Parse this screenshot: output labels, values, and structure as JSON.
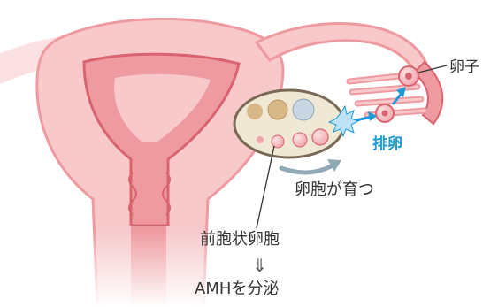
{
  "labels": {
    "egg": "卵子",
    "ovulation": "排卵",
    "follicle_growth": "卵胞が育つ",
    "preantral_follicle": "前胞状卵胞",
    "arrow": "⇓",
    "amh": "AMHを分泌"
  },
  "colors": {
    "tissue_light": "#f7c9cb",
    "tissue_mid": "#ee9aa0",
    "tissue_dark": "#d9636e",
    "ovary_fill": "#efe8d4",
    "ovary_outline": "#7a6a55",
    "ovulation_blue": "#1d9bd6",
    "growth_arrow": "#8fa9b5",
    "text": "#333333"
  }
}
